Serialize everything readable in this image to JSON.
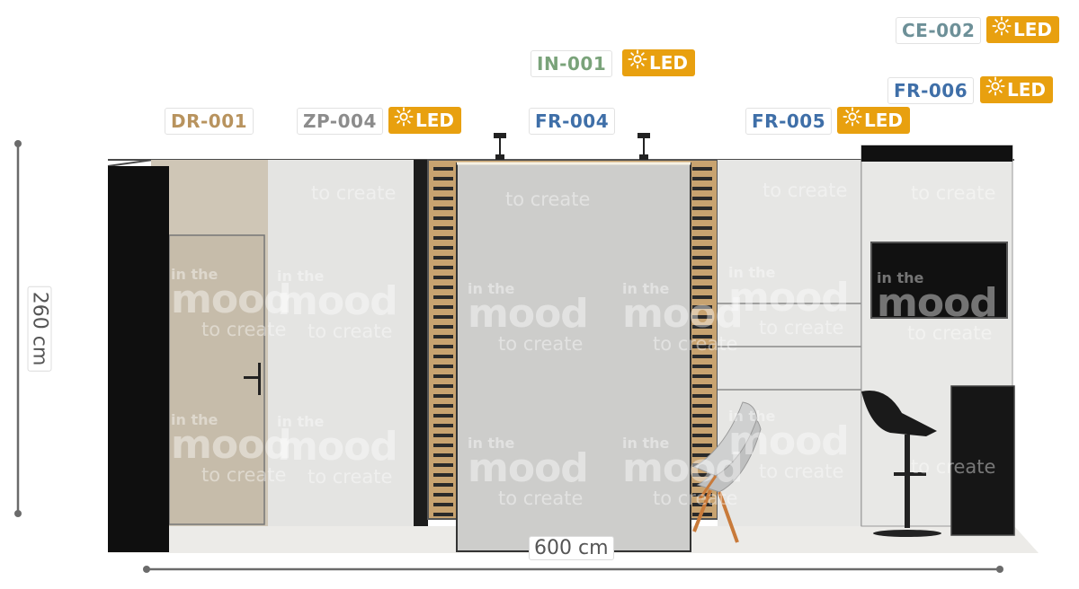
{
  "colors": {
    "led": "#e8a00f",
    "dr": "#b8935e",
    "zp": "#8c8c8c",
    "in": "#7aa37a",
    "fr": "#3f6fa8",
    "ce": "#6d9098",
    "dim": "#6b6b6b"
  },
  "labels": {
    "dr": {
      "code": "DR-001"
    },
    "zp": {
      "code": "ZP-004",
      "led": "LED"
    },
    "in": {
      "code": "IN-001",
      "led": "LED"
    },
    "fr4": {
      "code": "FR-004"
    },
    "fr5": {
      "code": "FR-005",
      "led": "LED"
    },
    "fr6": {
      "code": "FR-006",
      "led": "LED"
    },
    "ce": {
      "code": "CE-002",
      "led": "LED"
    }
  },
  "dimensions": {
    "height": "260 cm",
    "width": "600 cm"
  },
  "watermark": {
    "line1": "in the",
    "line2": "mood",
    "line3": "to create"
  },
  "icons": {
    "led": "sun-icon"
  }
}
